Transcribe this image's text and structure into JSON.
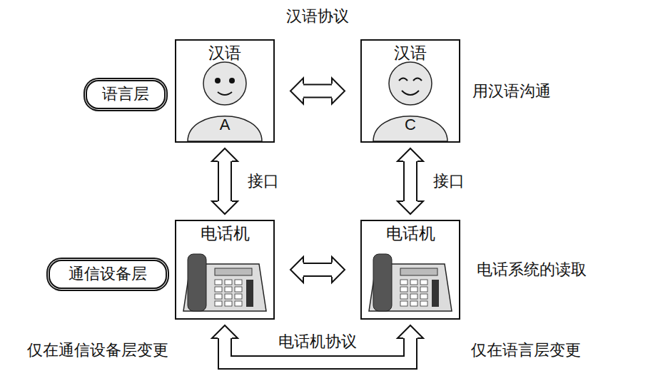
{
  "diagram": {
    "nodes": [
      {
        "text": [
          "语言层"
        ]
      },
      {
        "text": [
          "汉语",
          "A"
        ]
      },
      {
        "text": [
          "汉语",
          "C"
        ]
      },
      {
        "text": [
          "通信设备层"
        ]
      },
      {
        "text": [
          "电话机"
        ]
      },
      {
        "text": [
          "电话机"
        ]
      }
    ],
    "edges": [
      {
        "from": 1,
        "to": 2,
        "arrow": "both",
        "label": "汉语协议"
      },
      {
        "from": 1,
        "to": 4,
        "arrow": "both",
        "label": "接口"
      },
      {
        "from": 2,
        "to": 5,
        "arrow": "both",
        "label": "接口"
      },
      {
        "from": 4,
        "to": 5,
        "arrow": "both"
      },
      {
        "from": 4,
        "to": 5,
        "arrow": "both",
        "label": "电话机协议"
      }
    ],
    "labels": [
      "用汉语沟通",
      "电话系统的读取",
      "仅在通信设备层变更",
      "仅在语言层变更"
    ]
  }
}
